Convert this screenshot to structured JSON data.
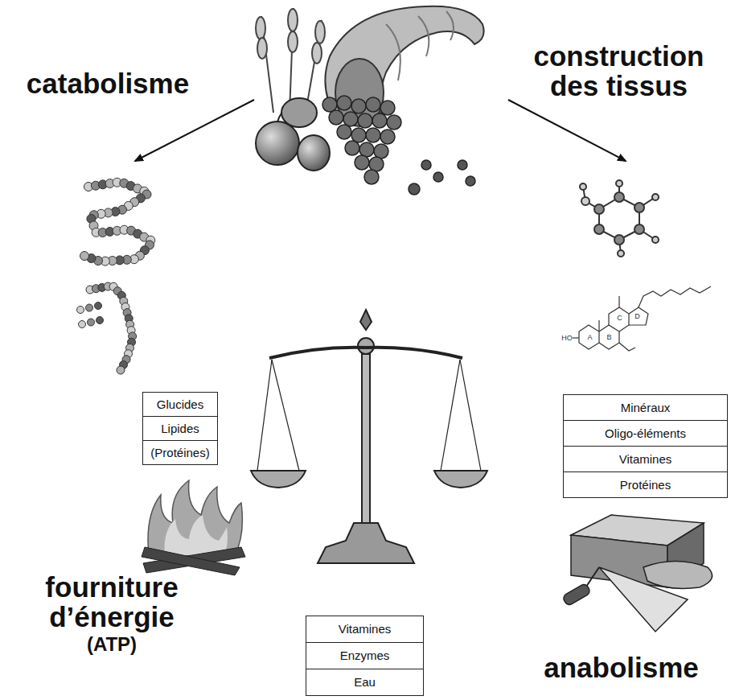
{
  "diagram": {
    "nodes": [
      {
        "text": [
          "Glucides"
        ]
      },
      {
        "text": [
          "Lipides"
        ]
      },
      {
        "text": [
          "(Protéines)"
        ]
      },
      {
        "text": [
          "Minéraux"
        ]
      },
      {
        "text": [
          "Oligo-éléments"
        ]
      },
      {
        "text": [
          "Vitamines"
        ]
      },
      {
        "text": [
          "Protéines"
        ]
      },
      {
        "text": [
          "Vitamines"
        ]
      },
      {
        "text": [
          "Enzymes"
        ]
      },
      {
        "text": [
          "Eau"
        ]
      }
    ],
    "labels": [
      "catabolisme",
      "construction des tissus",
      "A",
      "B",
      "C",
      "D",
      "HO",
      "fourniture d’énergie",
      "(ATP)",
      "anabolisme"
    ]
  }
}
